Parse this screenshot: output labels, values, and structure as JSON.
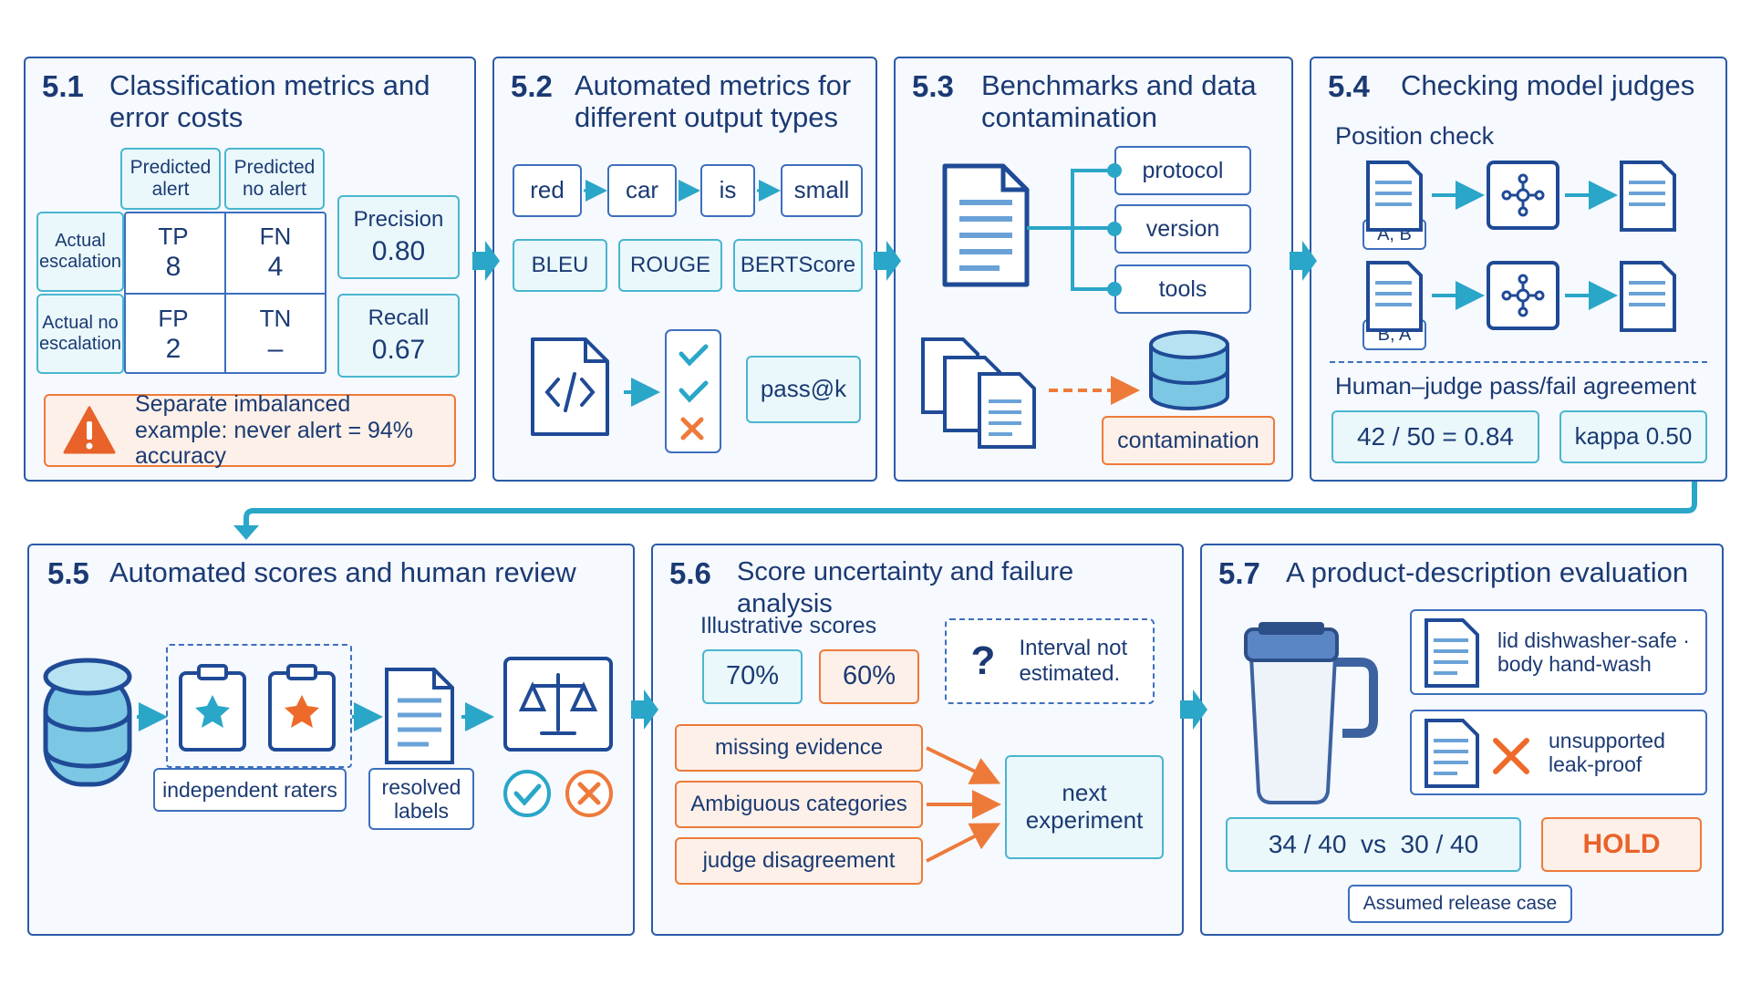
{
  "colors": {
    "navy": "#1b3a73",
    "blue": "#2a5ba8",
    "teal": "#49b6cf",
    "orange": "#ee7a3a"
  },
  "panel_5_1": {
    "number": "5.1",
    "title": "Classification metrics and error costs",
    "col_predicted_alert": "Predicted alert",
    "col_predicted_no_alert": "Predicted no alert",
    "row_actual_escalation": "Actual escalation",
    "row_actual_no_escalation": "Actual no escalation",
    "tp_label": "TP",
    "tp_value": "8",
    "fn_label": "FN",
    "fn_value": "4",
    "fp_label": "FP",
    "fp_value": "2",
    "tn_label": "TN",
    "tn_value": "–",
    "precision_label": "Precision",
    "precision_value": "0.80",
    "recall_label": "Recall",
    "recall_value": "0.67",
    "warning_text": "Separate imbalanced example: never alert = 94% accuracy",
    "warning_icon": "warning-icon"
  },
  "panel_5_2": {
    "number": "5.2",
    "title": "Automated metrics for different output types",
    "tokens": [
      "red",
      "car",
      "is",
      "small"
    ],
    "metrics": [
      "BLEU",
      "ROUGE",
      "BERTScore"
    ],
    "code_icon": "code-file-icon",
    "pass_at_k": "pass@k"
  },
  "panel_5_3": {
    "number": "5.3",
    "title": "Benchmarks and data contamination",
    "attributes": [
      "protocol",
      "version",
      "tools"
    ],
    "contamination": "contamination"
  },
  "panel_5_4": {
    "number": "5.4",
    "title": "Checking model judges",
    "position_check": "Position check",
    "order_ab": "A, B",
    "order_ba": "B, A",
    "agreement_title": "Human–judge pass/fail agreement",
    "agreement_value": "42 / 50 = 0.84",
    "kappa": "kappa 0.50"
  },
  "panel_5_5": {
    "number": "5.5",
    "title": "Automated scores and human review",
    "raters": "independent raters",
    "resolved": "resolved labels"
  },
  "panel_5_6": {
    "number": "5.6",
    "title": "Score uncertainty and failure analysis",
    "scores_title": "Illustrative scores",
    "score_a": "70%",
    "score_b": "60%",
    "interval_note": "Interval not estimated.",
    "question_mark": "?",
    "failures": [
      "missing evidence",
      "Ambiguous categories",
      "judge disagreement"
    ],
    "next_step": "next experiment"
  },
  "panel_5_7": {
    "number": "5.7",
    "title": "A product-description evaluation",
    "claim_1": "lid dishwasher-safe · body hand-wash",
    "claim_2": "unsupported leak-proof",
    "comparison": "34 / 40  vs  30 / 40",
    "decision": "HOLD",
    "caption": "Assumed release case"
  }
}
